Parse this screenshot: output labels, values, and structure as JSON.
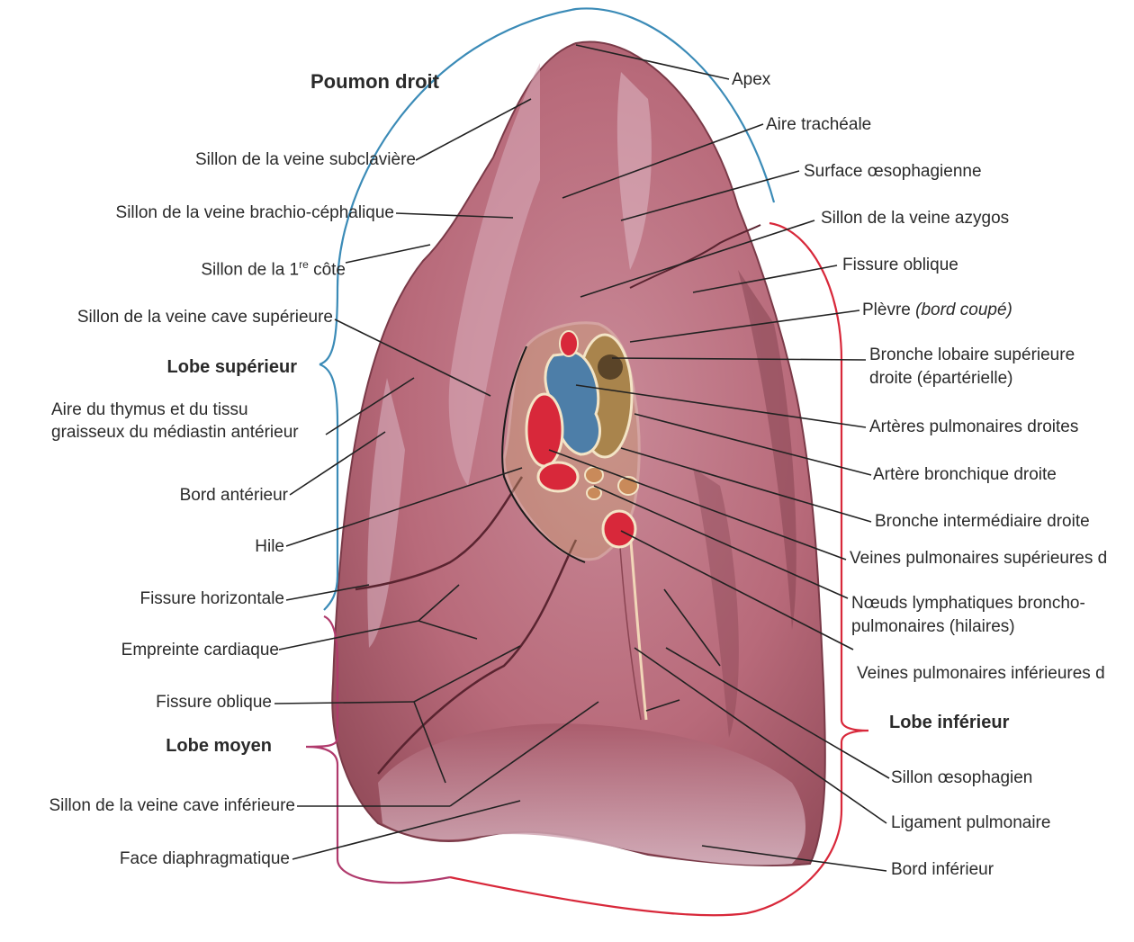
{
  "title": "Poumon droit",
  "colors": {
    "lung_base": "#b86a7a",
    "lung_highlight": "#dcb6c4",
    "lung_shadow": "#8c4654",
    "bracket_blue": "#3b8bb7",
    "bracket_magenta": "#b03a6c",
    "bracket_red": "#d8283a",
    "artery_blue": "#4d7ea8",
    "bronchus_tan": "#a9844c",
    "vein_red": "#d8283a",
    "leader_line": "#222222"
  },
  "labels_left": {
    "subclaviere": "Sillon de la veine subclavière",
    "brachio": "Sillon de la veine brachio-céphalique",
    "cote_pre": "Sillon de la 1",
    "cote_sup": "re",
    "cote_post": " côte",
    "cave_sup": "Sillon de la veine cave supérieure",
    "lobe_sup": "Lobe supérieur",
    "thymus_l1": "Aire du thymus et du tissu",
    "thymus_l2": "graisseux du médiastin antérieur",
    "bord_ant": "Bord antérieur",
    "hile": "Hile",
    "fissure_h": "Fissure horizontale",
    "empreinte": "Empreinte cardiaque",
    "fissure_obl": "Fissure oblique",
    "lobe_moyen": "Lobe moyen",
    "cave_inf": "Sillon de la veine cave inférieure",
    "face_diaph": "Face diaphragmatique"
  },
  "labels_right": {
    "apex": "Apex",
    "aire_trach": "Aire trachéale",
    "surface_oeso": "Surface œsophagienne",
    "azygos": "Sillon de la veine azygos",
    "fissure_obl": "Fissure oblique",
    "plevre": "Plèvre ",
    "plevre_it": "(bord coupé)",
    "bronche_sup_l1": "Bronche lobaire supérieure",
    "bronche_sup_l2": "droite (épartérielle)",
    "arteres_pulm": "Artères pulmonaires droites",
    "artere_bronch": "Artère bronchique droite",
    "bronche_inter": "Bronche intermédiaire droite",
    "veines_sup": "Veines pulmonaires supérieures d",
    "noeuds_l1": "Nœuds lymphatiques broncho-",
    "noeuds_l2": "pulmonaires (hilaires)",
    "veines_inf": "Veines pulmonaires inférieures d",
    "lobe_inf": "Lobe inférieur",
    "sillon_oeso": "Sillon œsophagien",
    "ligament": "Ligament pulmonaire",
    "bord_inf": "Bord inférieur"
  }
}
